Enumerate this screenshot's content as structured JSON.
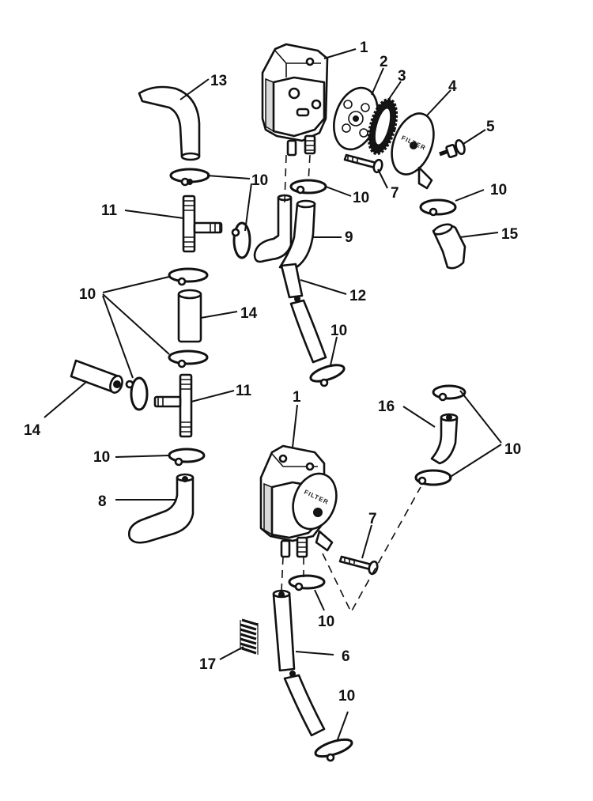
{
  "diagram": {
    "filter_marking": "FILTER",
    "callouts": {
      "c1a": "1",
      "c2": "2",
      "c3": "3",
      "c4": "4",
      "c5": "5",
      "c13": "13",
      "c10a": "10",
      "c10b": "10",
      "c10c": "10",
      "c7a": "7",
      "c11a": "11",
      "c9": "9",
      "c15": "15",
      "c12": "12",
      "c10d": "10",
      "c14a": "14",
      "c10e": "10",
      "c14b": "14",
      "c11b": "11",
      "c1b": "1",
      "c16": "16",
      "c10f": "10",
      "c10g": "10",
      "c8": "8",
      "c7b": "7",
      "c10h": "10",
      "c17": "17",
      "c6": "6",
      "c10i": "10"
    }
  }
}
